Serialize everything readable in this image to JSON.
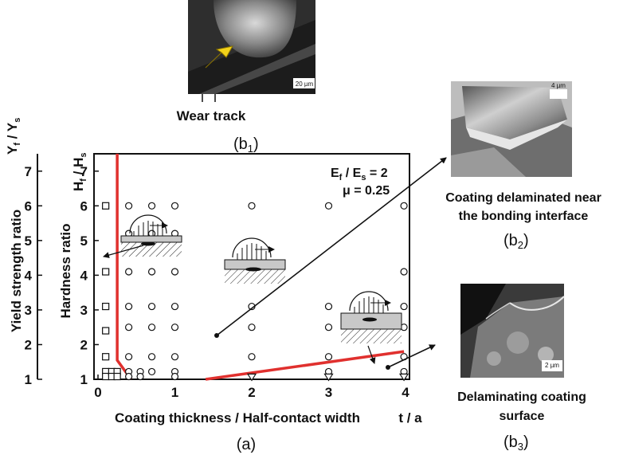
{
  "figure": {
    "panel_a_label": "(a)",
    "panel_b1_label": "(b",
    "panel_b1_sub": "1",
    "panel_b2_label": "(b",
    "panel_b2_sub": "2",
    "panel_b3_label": "(b",
    "panel_b3_sub": "3",
    "wear_track_label": "Wear track",
    "b1_scalebar": "20 µm",
    "b2_scalebar": "4 µm",
    "b3_scalebar": "2 µm",
    "b2_caption_line1": "Coating delaminated near",
    "b2_caption_line2": "the bonding interface",
    "b3_caption_line1": "Delaminating coating",
    "b3_caption_line2": "surface",
    "param_ef": "E",
    "param_ef_sub": "f",
    "param_es": " / E",
    "param_es_sub": "s",
    "param_ef_value": " = 2",
    "param_mu": "μ = 0.25"
  },
  "chart_data": {
    "type": "scatter",
    "xlabel": "Coating thickness / Half-contact width",
    "xlabel_right": "t / a",
    "ylabel_outer": "Yield strength ratio",
    "ylabel_outer_ratio": {
      "main1": "Y",
      "sub1": "f",
      "mid": " / Y",
      "sub2": "s"
    },
    "ylabel_inner": "Hardness ratio",
    "ylabel_inner_ratio": {
      "main1": "H",
      "sub1": "f",
      "mid": " / H",
      "sub2": "s"
    },
    "xlim": [
      0,
      4
    ],
    "ylim": [
      1,
      7.5
    ],
    "x_ticks": [
      0,
      1,
      2,
      3,
      4
    ],
    "y_ticks_outer": [
      1,
      2,
      3,
      4,
      5,
      6,
      7
    ],
    "y_ticks_inner": [
      1,
      2,
      3,
      4,
      5,
      6,
      7
    ],
    "series": [
      {
        "marker": "square",
        "points": [
          [
            0.1,
            6.0
          ],
          [
            0.1,
            4.1
          ],
          [
            0.1,
            3.1
          ],
          [
            0.1,
            2.4
          ],
          [
            0.1,
            1.65
          ],
          [
            0.1,
            1.22
          ],
          [
            0.1,
            1.08
          ],
          [
            0.18,
            1.22
          ],
          [
            0.18,
            1.08
          ],
          [
            0.25,
            1.22
          ],
          [
            0.25,
            1.08
          ]
        ]
      },
      {
        "marker": "circle",
        "points": [
          [
            0.4,
            6.0
          ],
          [
            0.4,
            5.2
          ],
          [
            0.4,
            4.1
          ],
          [
            0.4,
            3.1
          ],
          [
            0.4,
            2.5
          ],
          [
            0.4,
            1.65
          ],
          [
            0.4,
            1.22
          ],
          [
            0.4,
            1.08
          ],
          [
            0.55,
            1.22
          ],
          [
            0.55,
            1.08
          ],
          [
            0.7,
            6.0
          ],
          [
            0.7,
            5.2
          ],
          [
            0.7,
            4.1
          ],
          [
            0.7,
            3.1
          ],
          [
            0.7,
            2.5
          ],
          [
            0.7,
            1.65
          ],
          [
            0.7,
            1.22
          ],
          [
            1.0,
            6.0
          ],
          [
            1.0,
            5.2
          ],
          [
            1.0,
            4.1
          ],
          [
            1.0,
            3.1
          ],
          [
            1.0,
            2.5
          ],
          [
            1.0,
            1.65
          ],
          [
            1.0,
            1.22
          ],
          [
            1.0,
            1.08
          ],
          [
            2.0,
            6.0
          ],
          [
            2.0,
            3.1
          ],
          [
            2.0,
            2.5
          ],
          [
            2.0,
            1.65
          ],
          [
            3.0,
            6.0
          ],
          [
            3.0,
            3.1
          ],
          [
            3.0,
            2.5
          ],
          [
            3.0,
            1.65
          ],
          [
            3.0,
            1.22
          ],
          [
            3.98,
            6.0
          ],
          [
            3.98,
            4.1
          ],
          [
            3.98,
            3.1
          ],
          [
            3.98,
            2.5
          ],
          [
            3.98,
            1.65
          ],
          [
            3.98,
            1.22
          ]
        ]
      },
      {
        "marker": "triangle-down",
        "points": [
          [
            2.0,
            1.06
          ],
          [
            3.0,
            1.06
          ],
          [
            3.98,
            1.06
          ]
        ]
      }
    ],
    "boundary_lines": [
      {
        "color": "#e0302e",
        "points": [
          [
            0.25,
            7.5
          ],
          [
            0.25,
            1.55
          ],
          [
            0.43,
            1.0
          ]
        ]
      },
      {
        "color": "#e0302e",
        "points": [
          [
            1.4,
            1.0
          ],
          [
            3.98,
            1.8
          ]
        ]
      }
    ]
  }
}
